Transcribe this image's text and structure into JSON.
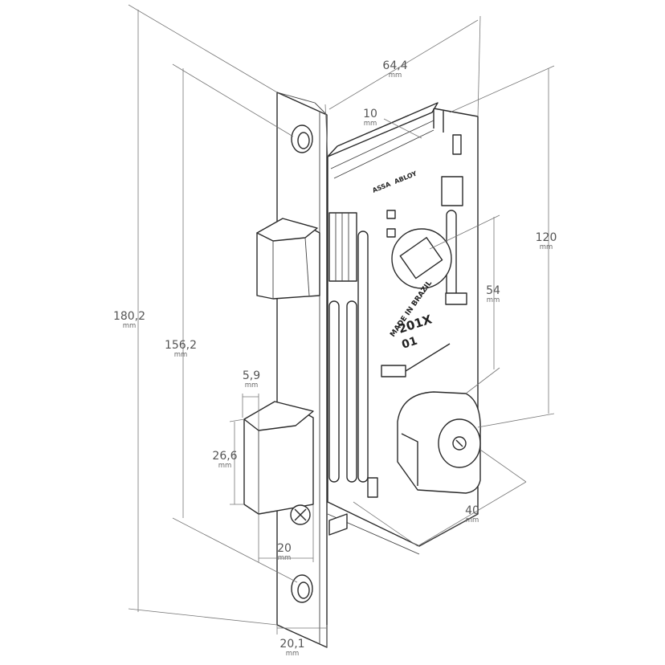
{
  "engraving": {
    "brand": "ABLOY",
    "brand_prefix": "ASSA",
    "origin": "MADE IN BRAZIL",
    "model": "201X",
    "variant": "01"
  },
  "dimensions": {
    "overall_height": {
      "value": "180,2",
      "unit": "mm"
    },
    "screw_spacing": {
      "value": "156,2",
      "unit": "mm"
    },
    "latch_depth": {
      "value": "5,9",
      "unit": "mm"
    },
    "bolt_height": {
      "value": "26,6",
      "unit": "mm"
    },
    "bolt_width": {
      "value": "20",
      "unit": "mm"
    },
    "faceplate_width": {
      "value": "20,1",
      "unit": "mm"
    },
    "case_depth": {
      "value": "64,4",
      "unit": "mm"
    },
    "case_thickness": {
      "value": "10",
      "unit": "mm"
    },
    "case_height": {
      "value": "120",
      "unit": "mm"
    },
    "follower_to_cylinder": {
      "value": "54",
      "unit": "mm"
    },
    "backset": {
      "value": "40",
      "unit": "mm"
    }
  }
}
